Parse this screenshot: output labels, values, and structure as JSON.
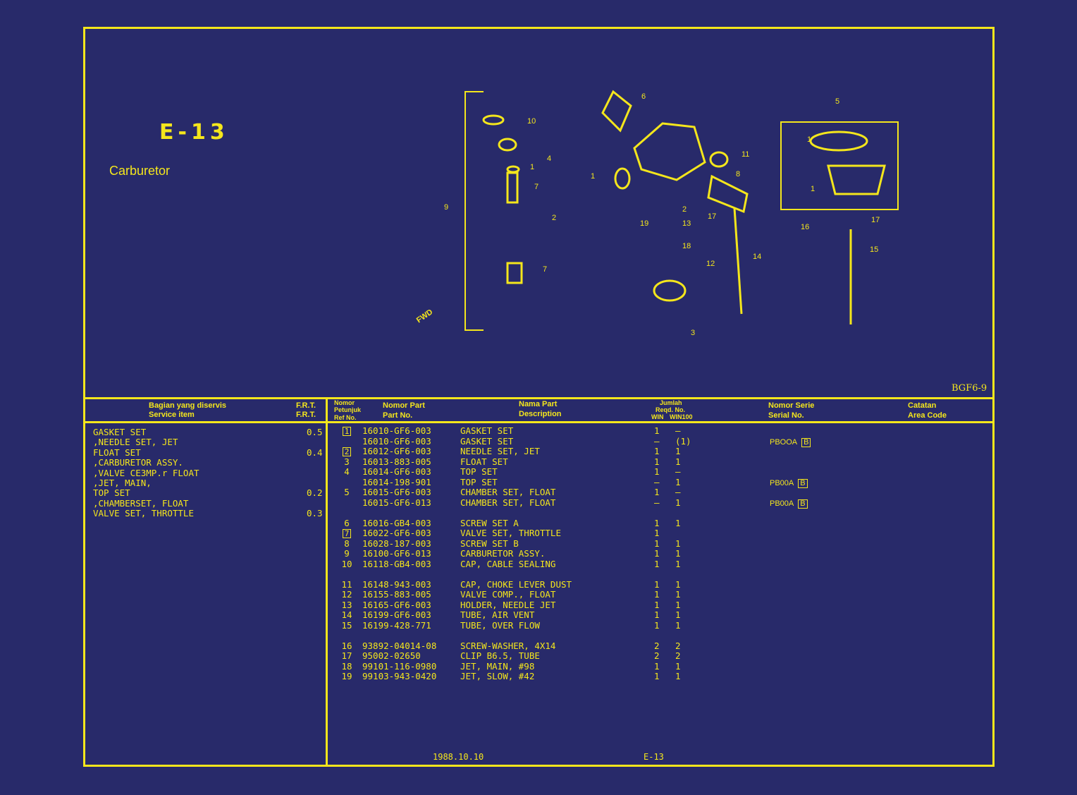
{
  "page": {
    "title": "E-13",
    "subtitle": "Carburetor",
    "code": "BGF6-9",
    "date": "1988.10.10",
    "page_ref": "E-13",
    "fwd_label": "FWD"
  },
  "colors": {
    "background": "#282a6a",
    "ink": "#f4e61c"
  },
  "service_header": {
    "item_id": "Bagian yang diservis",
    "item_en": "Service item",
    "frt_id": "F.R.T.",
    "frt_en": "F.R.T."
  },
  "service_items": [
    {
      "label": "GASKET SET",
      "frt": "0.5"
    },
    {
      "label": ",NEEDLE SET, JET",
      "frt": ""
    },
    {
      "label": "FLOAT SET",
      "frt": "0.4"
    },
    {
      "label": ",CARBURETOR ASSY.",
      "frt": ""
    },
    {
      "label": ",VALVE CE3MP.r FLOAT",
      "frt": ""
    },
    {
      "label": ",JET, MAIN,",
      "frt": ""
    },
    {
      "label": "TOP SET",
      "frt": "0.2"
    },
    {
      "label": ",CHAMBERSET, FLOAT",
      "frt": ""
    },
    {
      "label": "VALVE SET, THROTTLE",
      "frt": "0.3"
    }
  ],
  "parts_header": {
    "ref_id": "Nomor Petunjuk",
    "ref_en": "Ref No.",
    "part_id": "Nomor Part",
    "part_en": "Part No.",
    "desc_id": "Nama Part",
    "desc_en": "Description",
    "qty_id": "Jumlah",
    "qty_en": "Reqd. No.",
    "qty_win": "WIN",
    "qty_win100": "WIN100",
    "serial_id": "Nomor Serie",
    "serial_en": "Serial No.",
    "area_id": "Catatan",
    "area_en": "Area Code"
  },
  "parts": [
    {
      "ref": "1",
      "boxed": true,
      "part": "16010-GF6-003",
      "desc": "GASKET SET",
      "win": "1",
      "win100": "—",
      "serial": ""
    },
    {
      "ref": "",
      "boxed": false,
      "part": "16010-GF6-003",
      "desc": "GASKET SET",
      "win": "—",
      "win100": "(1)",
      "serial": "PBOOA",
      "serial_code": "B"
    },
    {
      "ref": "2",
      "boxed": true,
      "part": "16012-GF6-003",
      "desc": "NEEDLE SET, JET",
      "win": "1",
      "win100": "1",
      "serial": ""
    },
    {
      "ref": "3",
      "boxed": false,
      "part": "16013-883-005",
      "desc": "FLOAT SET",
      "win": "1",
      "win100": "1",
      "serial": ""
    },
    {
      "ref": "4",
      "boxed": false,
      "part": "16014-GF6-003",
      "desc": "TOP SET",
      "win": "1",
      "win100": "—",
      "serial": ""
    },
    {
      "ref": "",
      "boxed": false,
      "part": "16014-198-901",
      "desc": "TOP SET",
      "win": "—",
      "win100": "1",
      "serial": "PB00A",
      "serial_code": "B"
    },
    {
      "ref": "5",
      "boxed": false,
      "part": "16015-GF6-003",
      "desc": "CHAMBER SET, FLOAT",
      "win": "1",
      "win100": "—",
      "serial": ""
    },
    {
      "ref": "",
      "boxed": false,
      "part": "16015-GF6-013",
      "desc": "CHAMBER SET, FLOAT",
      "win": "—",
      "win100": "1",
      "serial": "PB00A",
      "serial_code": "B"
    },
    {
      "gap": true
    },
    {
      "ref": "6",
      "boxed": false,
      "part": "16016-GB4-003",
      "desc": "SCREW SET A",
      "win": "1",
      "win100": "1",
      "serial": ""
    },
    {
      "ref": "7",
      "boxed": true,
      "part": "16022-GF6-003",
      "desc": "VALVE SET, THROTTLE",
      "win": "1",
      "win100": "",
      "serial": ""
    },
    {
      "ref": "8",
      "boxed": false,
      "part": "16028-187-003",
      "desc": "SCREW SET B",
      "win": "1",
      "win100": "1",
      "serial": ""
    },
    {
      "ref": "9",
      "boxed": false,
      "part": "16100-GF6-013",
      "desc": "CARBURETOR ASSY.",
      "win": "1",
      "win100": "1",
      "serial": ""
    },
    {
      "ref": "10",
      "boxed": false,
      "part": "16118-GB4-003",
      "desc": "CAP, CABLE SEALING",
      "win": "1",
      "win100": "1",
      "serial": ""
    },
    {
      "gap": true
    },
    {
      "ref": "11",
      "boxed": false,
      "part": "16148-943-003",
      "desc": "CAP, CHOKE LEVER DUST",
      "win": "1",
      "win100": "1",
      "serial": ""
    },
    {
      "ref": "12",
      "boxed": false,
      "part": "16155-883-005",
      "desc": "VALVE COMP., FLOAT",
      "win": "1",
      "win100": "1",
      "serial": ""
    },
    {
      "ref": "13",
      "boxed": false,
      "part": "16165-GF6-003",
      "desc": "HOLDER, NEEDLE JET",
      "win": "1",
      "win100": "1",
      "serial": ""
    },
    {
      "ref": "14",
      "boxed": false,
      "part": "16199-GF6-003",
      "desc": "TUBE, AIR VENT",
      "win": "1",
      "win100": "1",
      "serial": ""
    },
    {
      "ref": "15",
      "boxed": false,
      "part": "16199-428-771",
      "desc": "TUBE, OVER FLOW",
      "win": "1",
      "win100": "1",
      "serial": ""
    },
    {
      "gap": true
    },
    {
      "ref": "16",
      "boxed": false,
      "part": "93892-04014-08",
      "desc": "SCREW-WASHER, 4X14",
      "win": "2",
      "win100": "2",
      "serial": ""
    },
    {
      "ref": "17",
      "boxed": false,
      "part": "95002-02650",
      "desc": "CLIP B6.5, TUBE",
      "win": "2",
      "win100": "2",
      "serial": ""
    },
    {
      "ref": "18",
      "boxed": false,
      "part": "99101-116-0980",
      "desc": "JET, MAIN, #98",
      "win": "1",
      "win100": "1",
      "serial": ""
    },
    {
      "ref": "19",
      "boxed": false,
      "part": "99103-943-0420",
      "desc": "JET, SLOW, #42",
      "win": "1",
      "win100": "1",
      "serial": ""
    }
  ],
  "diagram": {
    "callouts": [
      "10",
      "4",
      "1",
      "7",
      "2",
      "7",
      "9",
      "6",
      "11",
      "8",
      "1",
      "17",
      "2",
      "13",
      "19",
      "18",
      "12",
      "14",
      "3",
      "5",
      "1",
      "1",
      "16",
      "17",
      "15"
    ]
  }
}
